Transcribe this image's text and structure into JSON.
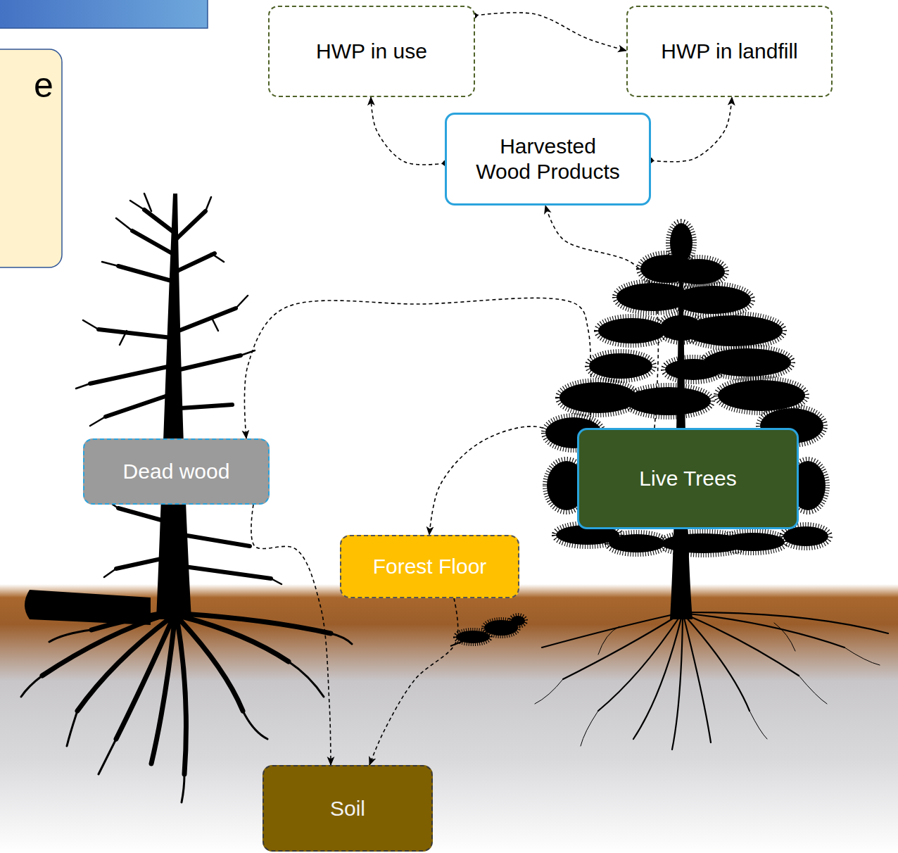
{
  "diagram": {
    "nodes": [
      {
        "text": [
          "HWP in use"
        ]
      },
      {
        "text": [
          "HWP in landfill"
        ]
      },
      {
        "text": [
          "Harvested Wood Products"
        ]
      },
      {
        "text": [
          "Dead wood"
        ]
      },
      {
        "text": [
          "Live Trees"
        ]
      },
      {
        "text": [
          "Forest Floor"
        ]
      },
      {
        "text": [
          "Soil"
        ]
      }
    ],
    "edges": [
      {
        "from": 0,
        "to": 1,
        "arrow": "to"
      },
      {
        "from": 2,
        "to": 0,
        "arrow": "to"
      },
      {
        "from": 2,
        "to": 1,
        "arrow": "to"
      },
      {
        "from": 4,
        "to": 2,
        "arrow": "to"
      },
      {
        "from": 4,
        "to": 3,
        "arrow": "to"
      },
      {
        "from": 4,
        "to": 5,
        "arrow": "to"
      },
      {
        "from": 3,
        "to": 6,
        "arrow": "to"
      },
      {
        "from": 5,
        "to": 6,
        "arrow": "to"
      }
    ],
    "labels": [
      "e"
    ]
  }
}
